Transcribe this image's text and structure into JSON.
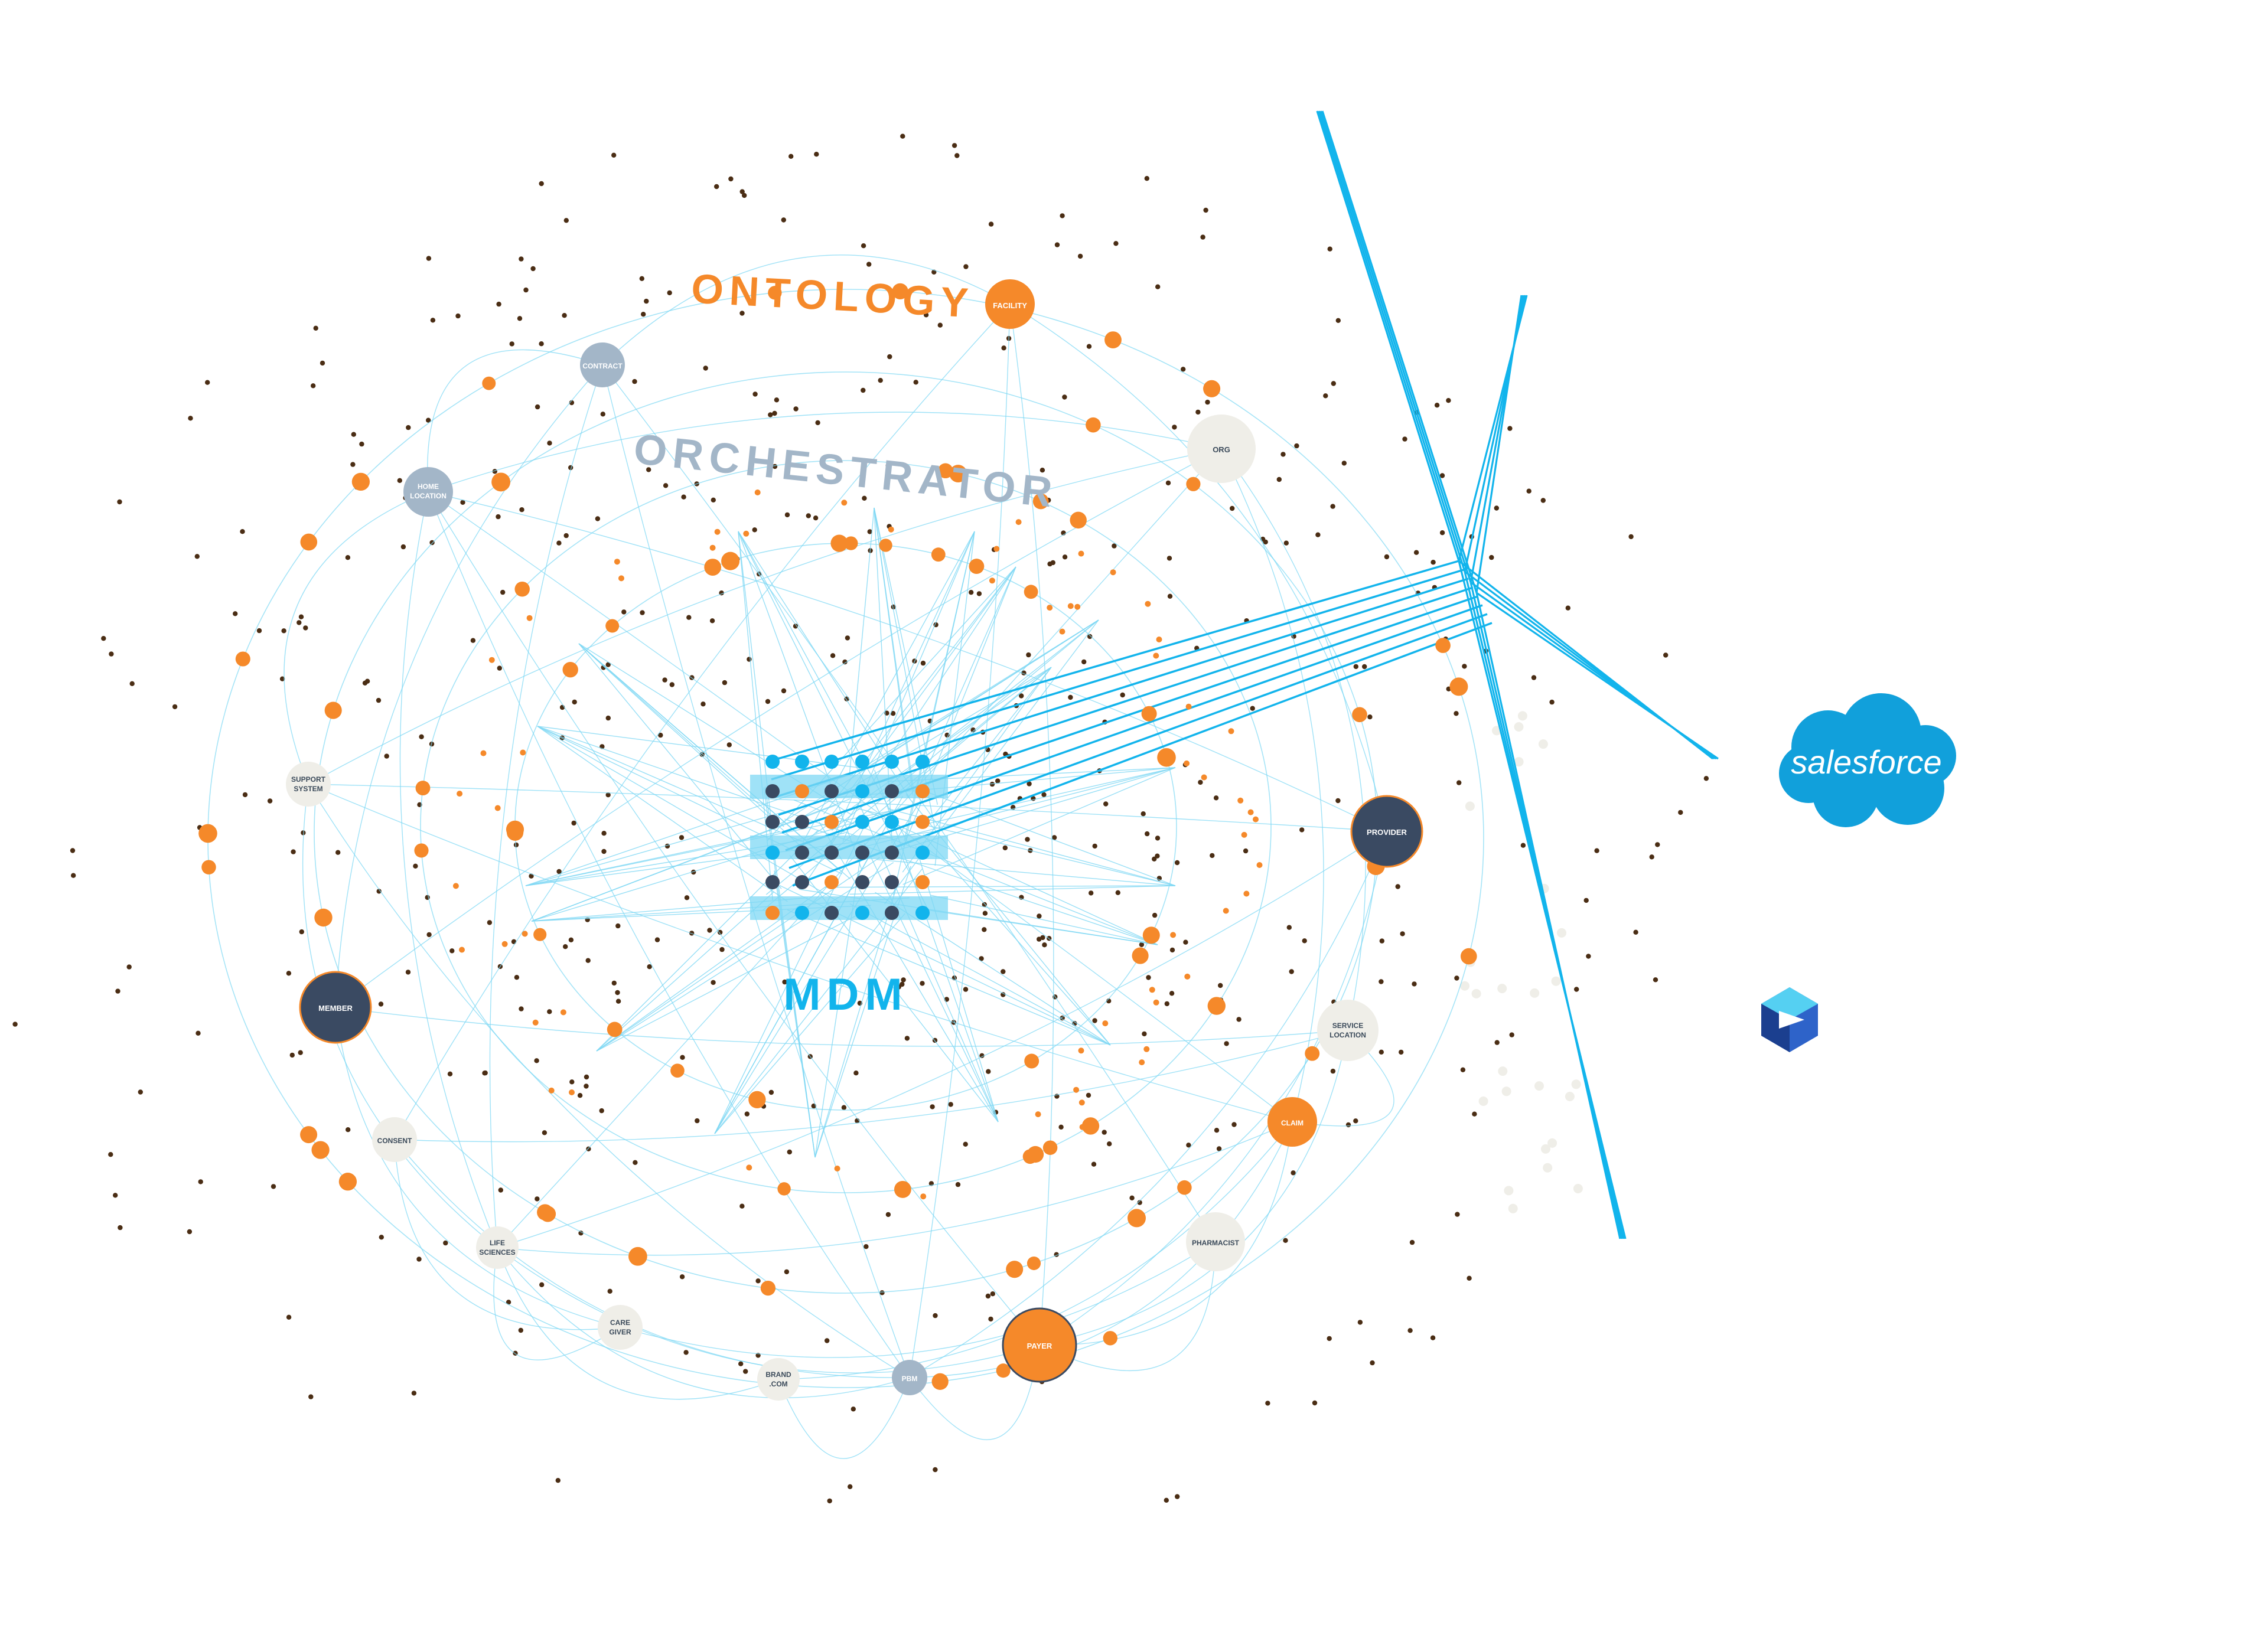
{
  "labels": {
    "ontology": "ONTOLOGY",
    "orchestrator": "ORCHESTRATOR",
    "mdm": "MDM"
  },
  "brand": {
    "salesforce": "salesforce"
  },
  "nodes": {
    "facility": "FACILITY",
    "contract": "CONTRACT",
    "home_location": [
      "HOME",
      "LOCATION"
    ],
    "org": "ORG",
    "support_system": [
      "SUPPORT",
      "SYSTEM"
    ],
    "provider": "PROVIDER",
    "member": "MEMBER",
    "service_location": [
      "SERVICE",
      "LOCATION"
    ],
    "claim": "CLAIM",
    "consent": "CONSENT",
    "pharmacist": "PHARMACIST",
    "life_sciences": [
      "LIFE",
      "SCIENCES"
    ],
    "care_giver": [
      "CARE",
      "GIVER"
    ],
    "payer": "PAYER",
    "brand_com": [
      "BRAND",
      ".COM"
    ],
    "pbm": "PBM"
  },
  "colors": {
    "orange": "#f5892a",
    "navy": "#3a4a62",
    "slate": "#a3b6c8",
    "cream": "#efeee8",
    "cyan": "#12b4ec",
    "light_cyan": "#7fd8f4",
    "dot": "#4a2d14",
    "salesforce": "#11a0db"
  },
  "icons": {
    "salesforce": "salesforce-cloud-logo",
    "second_logo": "hexagon-cube-logo"
  }
}
